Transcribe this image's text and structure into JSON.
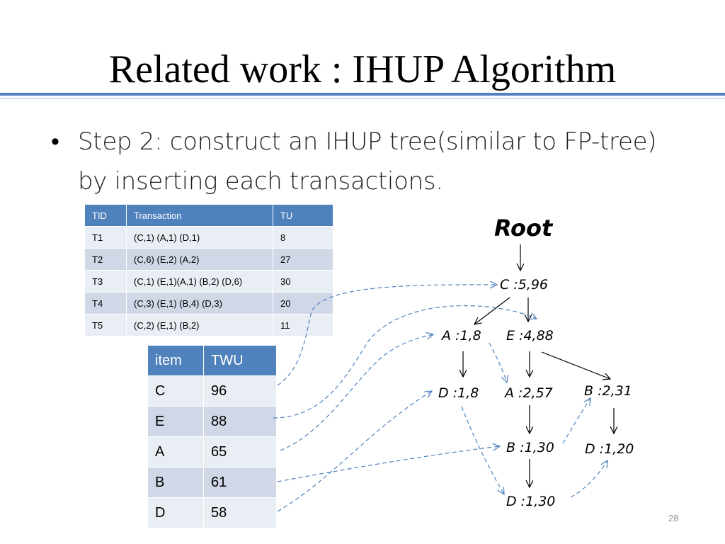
{
  "title": "Related work : IHUP Algorithm",
  "bullet": "Step 2: construct an IHUP tree(similar to FP-tree) by inserting each transactions.",
  "transactions": {
    "headers": [
      "TID",
      "Transaction",
      "TU"
    ],
    "rows": [
      [
        "T1",
        "(C,1) (A,1) (D,1)",
        "8"
      ],
      [
        "T2",
        "(C,6) (E,2) (A,2)",
        "27"
      ],
      [
        "T3",
        "(C,1) (E,1)(A,1) (B,2) (D,6)",
        "30"
      ],
      [
        "T4",
        "(C,3) (E,1) (B,4) (D,3)",
        "20"
      ],
      [
        "T5",
        "(C,2) (E,1) (B,2)",
        "11"
      ]
    ]
  },
  "twu": {
    "headers": [
      "item",
      "TWU"
    ],
    "rows": [
      [
        "C",
        "96"
      ],
      [
        "E",
        "88"
      ],
      [
        "A",
        "65"
      ],
      [
        "B",
        "61"
      ],
      [
        "D",
        "58"
      ]
    ]
  },
  "tree": {
    "root": "Root",
    "nodes": {
      "c": "C :5,96",
      "a1": "A :1,8",
      "e": "E :4,88",
      "d1": "D :1,8",
      "a2": "A :2,57",
      "b1": "B :2,31",
      "b2": "B :1,30",
      "d2": "D :1,20",
      "d3": "D :1,30"
    }
  },
  "colors": {
    "accent": "#4f81bd",
    "link": "#4f81bd"
  },
  "slide_number": "28"
}
